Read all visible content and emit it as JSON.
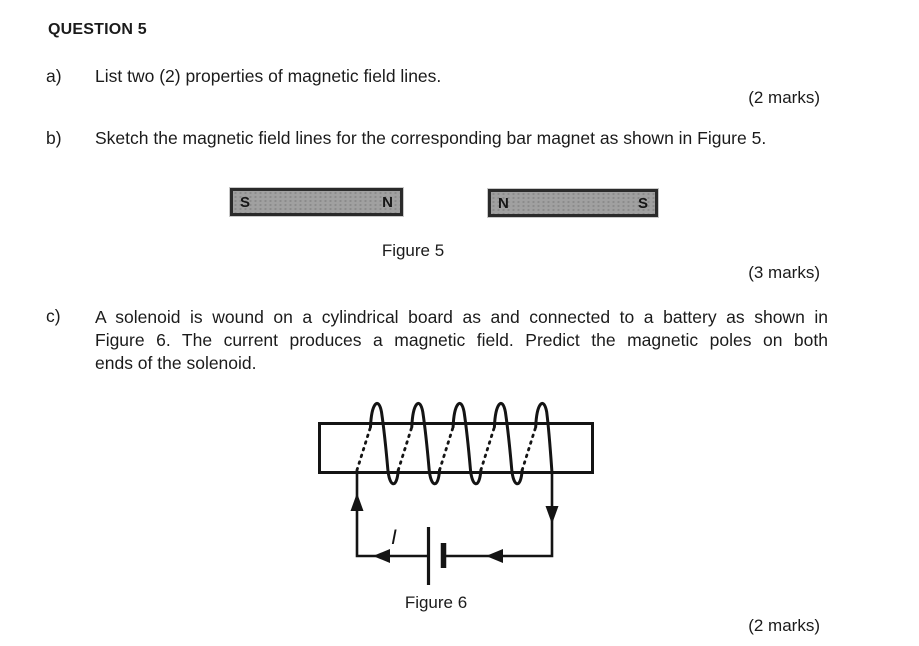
{
  "page": {
    "background": "#ffffff",
    "ink_color": "#1b1b1b",
    "title": "QUESTION 5"
  },
  "parts": {
    "a": {
      "label": "a)",
      "text": "List two (2) properties of magnetic field lines.",
      "marks": "(2 marks)"
    },
    "b": {
      "label": "b)",
      "text": "Sketch the magnetic field lines for the corresponding bar magnet as shown in Figure 5.",
      "marks": "(3 marks)"
    },
    "c": {
      "label": "c)",
      "lines": [
        "A solenoid is wound on a cylindrical board as and connected to a battery as shown in",
        "Figure 6. The current produces a magnetic field. Predict the magnetic poles on both",
        "ends of the solenoid."
      ],
      "marks": "(2 marks)"
    }
  },
  "figure5": {
    "caption": "Figure 5",
    "magnet_fill": "#a0a0a0",
    "magnet_border": "#2a2a2a",
    "magnets": {
      "left": {
        "left_pole": "S",
        "right_pole": "N"
      },
      "right": {
        "left_pole": "N",
        "right_pole": "S"
      }
    }
  },
  "figure6": {
    "caption": "Figure 6",
    "current_label": "I",
    "stroke_color": "#141414",
    "description_elements": [
      "cylindrical board",
      "coil (5 turns)",
      "battery",
      "current direction arrows"
    ]
  }
}
